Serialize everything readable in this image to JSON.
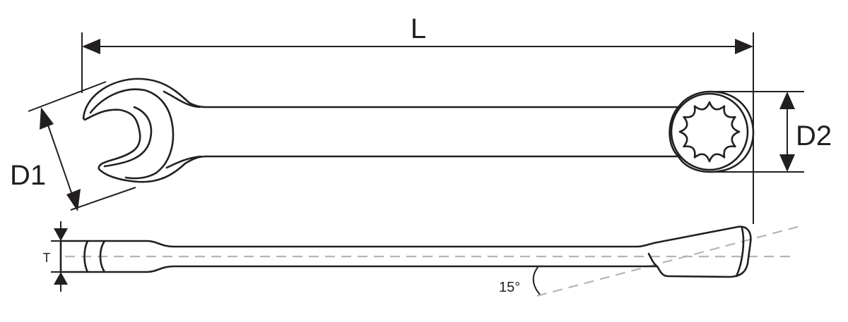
{
  "diagram": {
    "labels": {
      "length": "L",
      "open_end_size": "D1",
      "ring_end_size": "D2",
      "thickness": "T",
      "offset_angle": "15°"
    },
    "colors": {
      "stroke": "#231f20",
      "centerline": "#b5b5b5",
      "background": "#ffffff"
    }
  }
}
